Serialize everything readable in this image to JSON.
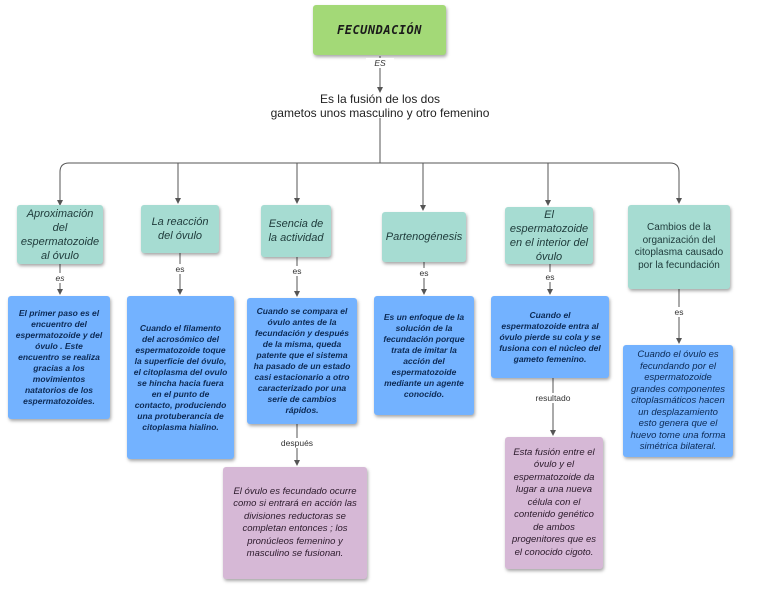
{
  "title": "FECUNDACIÓN",
  "title_link": "ES",
  "definition_line1": "Es la fusión de los dos",
  "definition_line2": "gametos unos masculino y otro femenino",
  "branches": [
    {
      "heading": "Aproximación del espermatozoide al óvulo",
      "link": "es",
      "description": "El primer paso es el encuentro del espermatozoide y del óvulo . Este encuentro se realiza gracias a los movimientos natatorios de los espermatozoides."
    },
    {
      "heading": "La reacción del óvulo",
      "link": "es",
      "description": "Cuando el filamento del acrosómico del espermatozoide toque la superficie del óvulo, el citoplasma del ovulo se hincha hacia fuera en el punto de contacto, produciendo una protuberancia de citoplasma hialino."
    },
    {
      "heading": "Esencia de la actividad",
      "link": "es",
      "description": "Cuando se compara el óvulo antes de la fecundación y después de la misma, queda patente que el sistema ha pasado de un estado casi estacionario a otro caracterizado por una serie de cambios rápidos.",
      "next_link": "después",
      "next": "El óvulo es fecundado ocurre como si entrará en acción las divisiones reductoras se completan entonces ; los pronúcleos  femenino y masculino se fusionan."
    },
    {
      "heading": "Partenogénesis",
      "link": "es",
      "description": "Es un enfoque de la solución de la fecundación porque trata de imitar la acción del espermatozoide mediante un agente conocido."
    },
    {
      "heading": "El espermatozoide en el interior del óvulo",
      "link": "es",
      "description": "Cuando el espermatozoide entra al óvulo pierde su cola y se fusiona con el núcleo del gameto femenino.",
      "next_link": "resultado",
      "next": "Esta fusión entre el óvulo y el espermatozoide da lugar a una nueva célula con el contenido genético de ambos progenitores que es el conocido cigoto."
    },
    {
      "heading": "Cambios de la organización del citoplasma causado por la fecundación",
      "link": "es",
      "description": "Cuando el óvulo es fecundando por el espermatozoide grandes componentes citoplasmáticos hacen un desplazamiento esto genera que el huevo tome una forma simétrica bilateral."
    }
  ],
  "colors": {
    "root": "#a3d977",
    "heading": "#a6dcd2",
    "description": "#73b2ff",
    "result": "#d6b8d6",
    "connector": "#555555"
  }
}
